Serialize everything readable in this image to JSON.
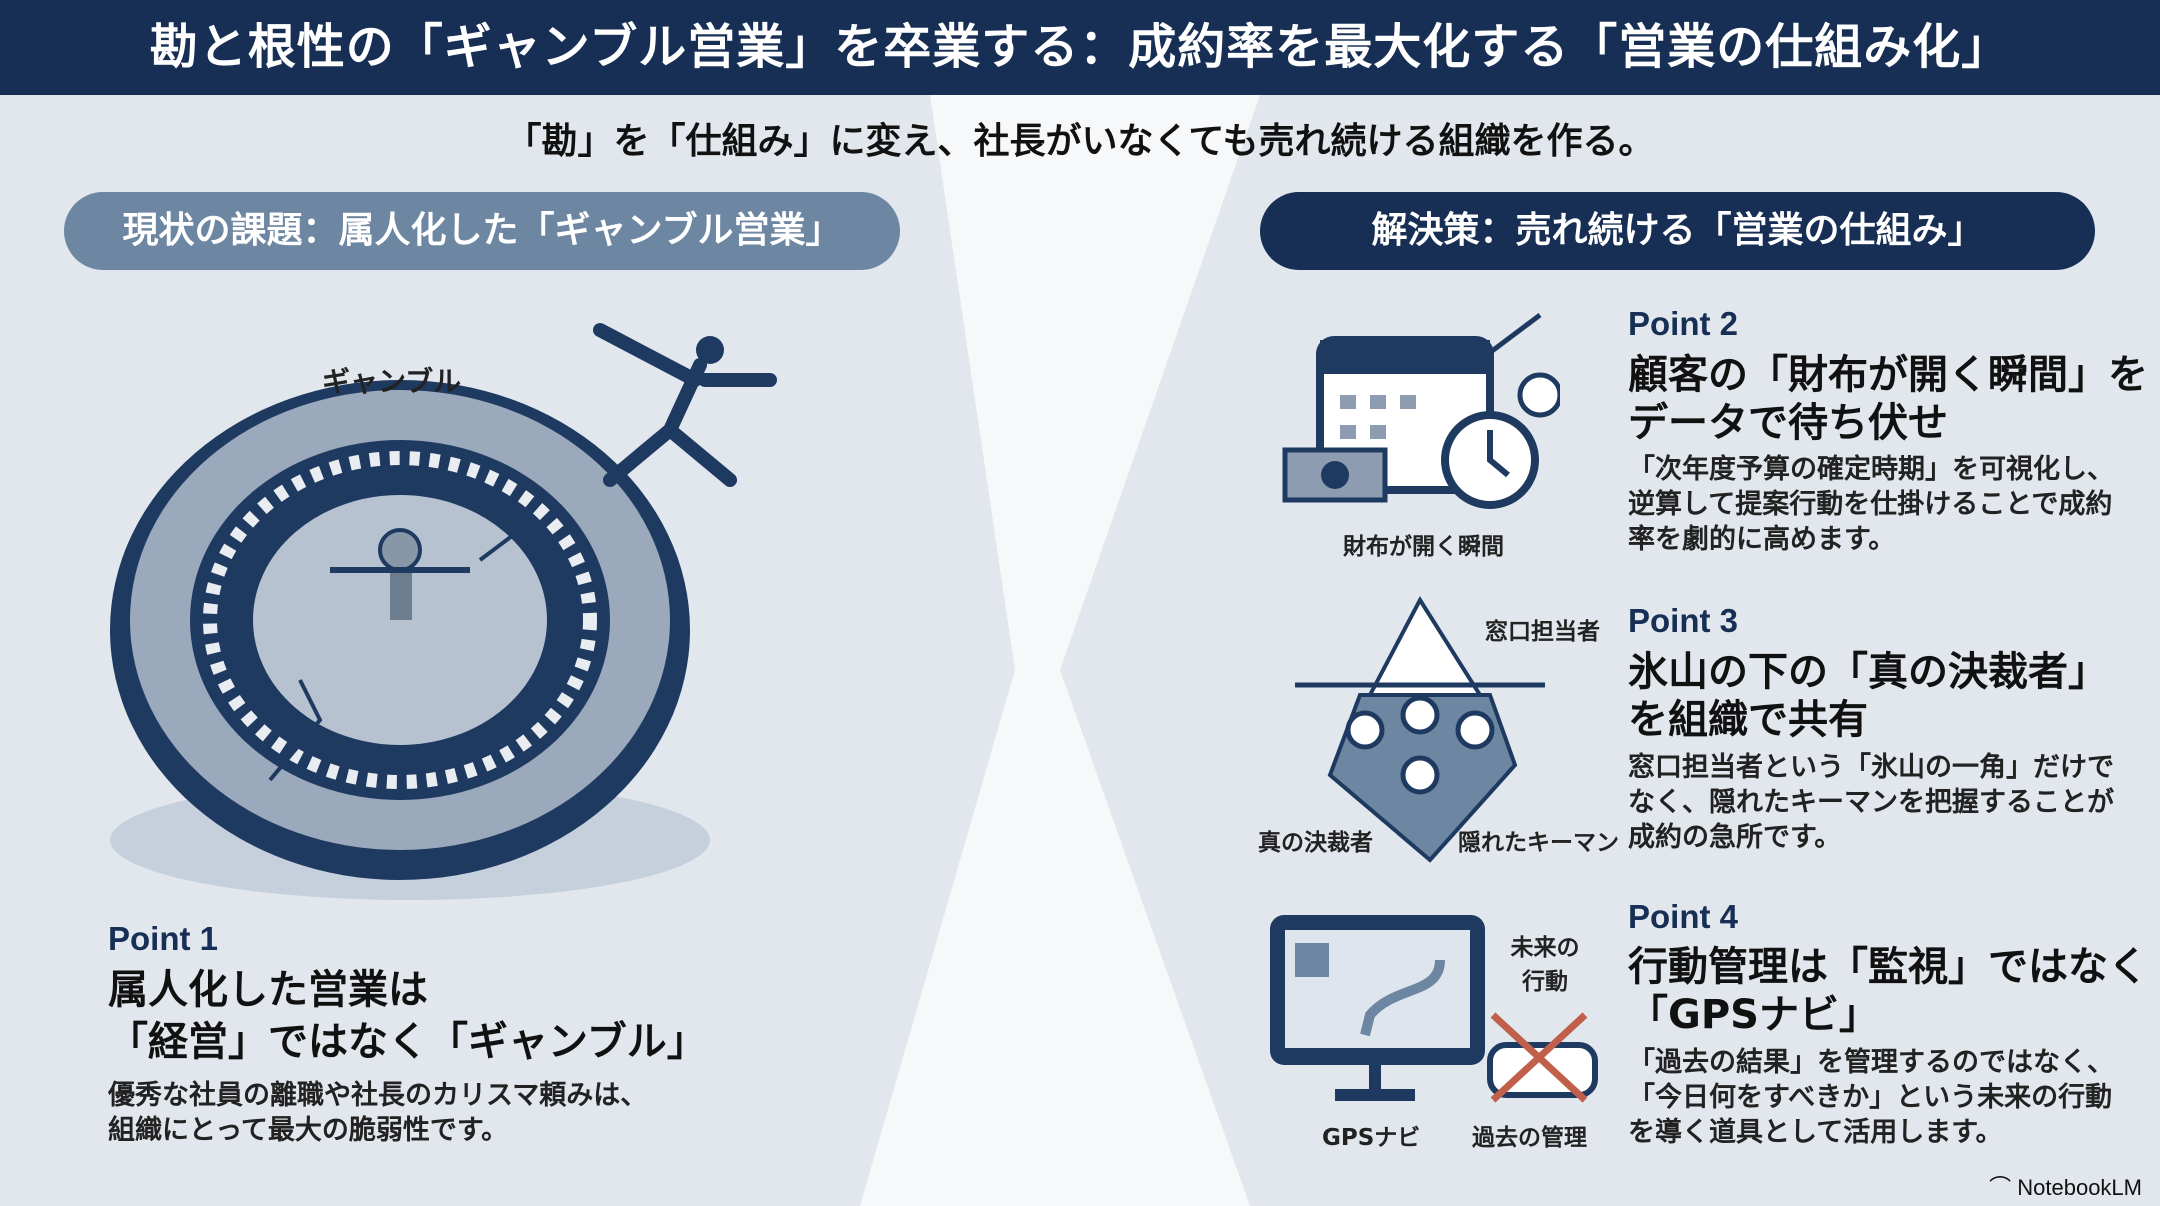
{
  "title": "勘と根性の「ギャンブル営業」を卒業する：成約率を最大化する「営業の仕組み化」",
  "subtitle": "「勘」を「仕組み」に変え、社長がいなくても売れ続ける組織を作る。",
  "left": {
    "header": "現状の課題：属人化した「ギャンブル営業」",
    "illustration_label": "ギャンブル",
    "point_label": "Point 1",
    "heading": [
      "属人化した営業は",
      "「経営」ではなく「ギャンブル」"
    ],
    "body": [
      "優秀な社員の離職や社長のカリスマ頼みは、",
      "組織にとって最大の脆弱性です。"
    ]
  },
  "right": {
    "header": "解決策：売れ続ける「営業の仕組み」",
    "points": [
      {
        "label": "Point 2",
        "heading": [
          "顧客の「財布が開く瞬間」を",
          "データで待ち伏せ"
        ],
        "body": [
          "「次年度予算の確定時期」を可視化し、",
          "逆算して提案行動を仕掛けることで成約",
          "率を劇的に高めます。"
        ],
        "icon_labels": [
          "財布が開く瞬間"
        ]
      },
      {
        "label": "Point 3",
        "heading": [
          "氷山の下の「真の決裁者」",
          "を組織で共有"
        ],
        "body": [
          "窓口担当者という「氷山の一角」だけで",
          "なく、隠れたキーマンを把握することが",
          "成約の急所です。"
        ],
        "icon_labels": [
          "窓口担当者",
          "真の決裁者",
          "隠れたキーマン"
        ]
      },
      {
        "label": "Point 4",
        "heading": [
          "行動管理は「監視」ではなく",
          "「GPSナビ」"
        ],
        "body": [
          "「過去の結果」を管理するのではなく、",
          "「今日何をすべきか」という未来の行動",
          "を導く道具として活用します。"
        ],
        "icon_labels": [
          "未来の",
          "行動",
          "GPSナビ",
          "過去の管理"
        ]
      }
    ]
  },
  "brand": "NotebookLM",
  "colors": {
    "navy": "#172f55",
    "steel": "#6d86a2",
    "panel": "#e3e8ef",
    "cross": "#c0604a"
  }
}
